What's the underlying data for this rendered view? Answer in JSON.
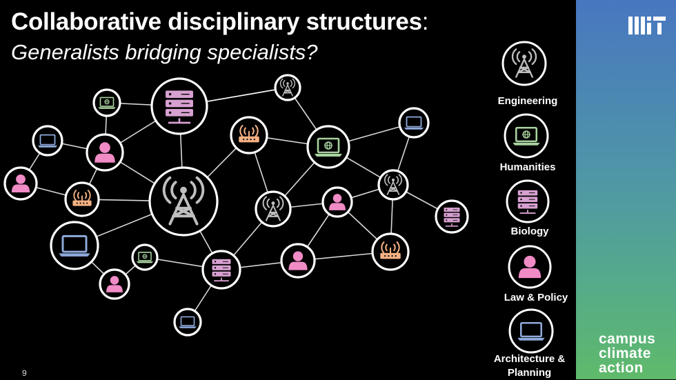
{
  "title": {
    "main": "Collaborative disciplinary structures",
    "colon": ":",
    "subtitle": "Generalists bridging specialists?"
  },
  "slide_number": "9",
  "legend": [
    {
      "icon": "tower-icon",
      "label": "Engineering"
    },
    {
      "icon": "laptop-icon",
      "label": "Humanities"
    },
    {
      "icon": "server-icon",
      "label": "Biology"
    },
    {
      "icon": "person-icon",
      "label": "Law & Policy"
    },
    {
      "icon": "laptop-icon",
      "label": "Architecture & Planning"
    }
  ],
  "branding": {
    "logo": "MIT",
    "lines": [
      "campus",
      "climate",
      "action"
    ]
  },
  "colors": {
    "node_stroke": "#ffffff",
    "edge": "#ffffff",
    "tower": "#bfbfbf",
    "laptop_green": "#a9d3a0",
    "laptop_blue": "#8faadc",
    "server": "#d7a0d0",
    "person": "#f08bc6",
    "router": "#f4b183"
  }
}
